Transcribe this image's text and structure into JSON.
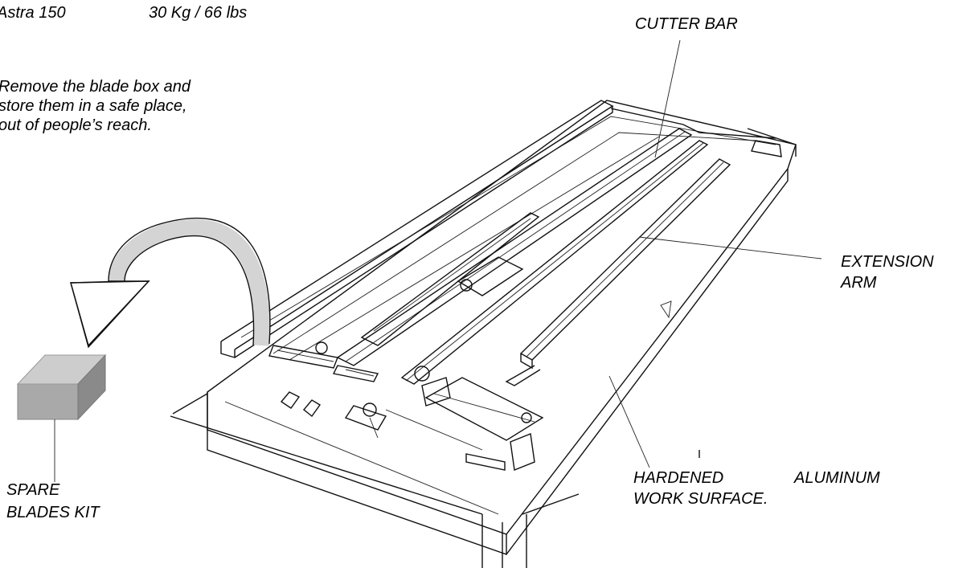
{
  "header": {
    "model": "Astra 150",
    "weight": "30 Kg / 66  lbs"
  },
  "note": {
    "line1": "Remove the blade box and",
    "line2": "store them in a safe place,",
    "line3": "out of people’s reach."
  },
  "labels": {
    "cutter_bar": "CUTTER BAR",
    "extension_arm_1": "EXTENSION",
    "extension_arm_2": "ARM",
    "work_surface_1a": "HARDENED",
    "work_surface_1b": "ALUMINUM",
    "work_surface_2": "WORK SURFACE.",
    "spare_blades_1": "SPARE",
    "spare_blades_2": "BLADES KIT"
  },
  "colors": {
    "box_front": "#a9a9a9",
    "box_top": "#cdcdcd",
    "box_side": "#8a8a8a",
    "arrow_band": "#d4d4d4"
  }
}
